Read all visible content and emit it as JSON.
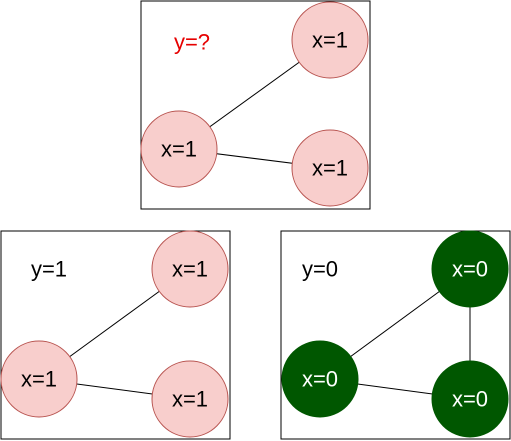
{
  "colors": {
    "pink_fill": "#f8cecc",
    "pink_stroke": "#b85450",
    "green_fill": "#005700",
    "green_stroke": "#005700",
    "question_text": "#e60000",
    "dark_text": "#000000",
    "light_text": "#ffffff",
    "border": "#000000",
    "edge": "#000000"
  },
  "panels": [
    {
      "id": "top",
      "y_label": "y=?",
      "y_label_color": "question_text",
      "node_fill": "pink_fill",
      "node_stroke": "pink_stroke",
      "node_text_color": "dark_text",
      "nodes": [
        {
          "id": "a",
          "label": "x=1"
        },
        {
          "id": "b",
          "label": "x=1"
        },
        {
          "id": "c",
          "label": "x=1"
        }
      ],
      "edges": [
        [
          "b",
          "a"
        ],
        [
          "b",
          "c"
        ]
      ]
    },
    {
      "id": "bottom-left",
      "y_label": "y=1",
      "y_label_color": "dark_text",
      "node_fill": "pink_fill",
      "node_stroke": "pink_stroke",
      "node_text_color": "dark_text",
      "nodes": [
        {
          "id": "a",
          "label": "x=1"
        },
        {
          "id": "b",
          "label": "x=1"
        },
        {
          "id": "c",
          "label": "x=1"
        }
      ],
      "edges": [
        [
          "b",
          "a"
        ],
        [
          "b",
          "c"
        ]
      ]
    },
    {
      "id": "bottom-right",
      "y_label": "y=0",
      "y_label_color": "dark_text",
      "node_fill": "green_fill",
      "node_stroke": "green_stroke",
      "node_text_color": "light_text",
      "nodes": [
        {
          "id": "a",
          "label": "x=0"
        },
        {
          "id": "b",
          "label": "x=0"
        },
        {
          "id": "c",
          "label": "x=0"
        }
      ],
      "edges": [
        [
          "b",
          "a"
        ],
        [
          "b",
          "c"
        ],
        [
          "a",
          "c"
        ]
      ]
    }
  ]
}
